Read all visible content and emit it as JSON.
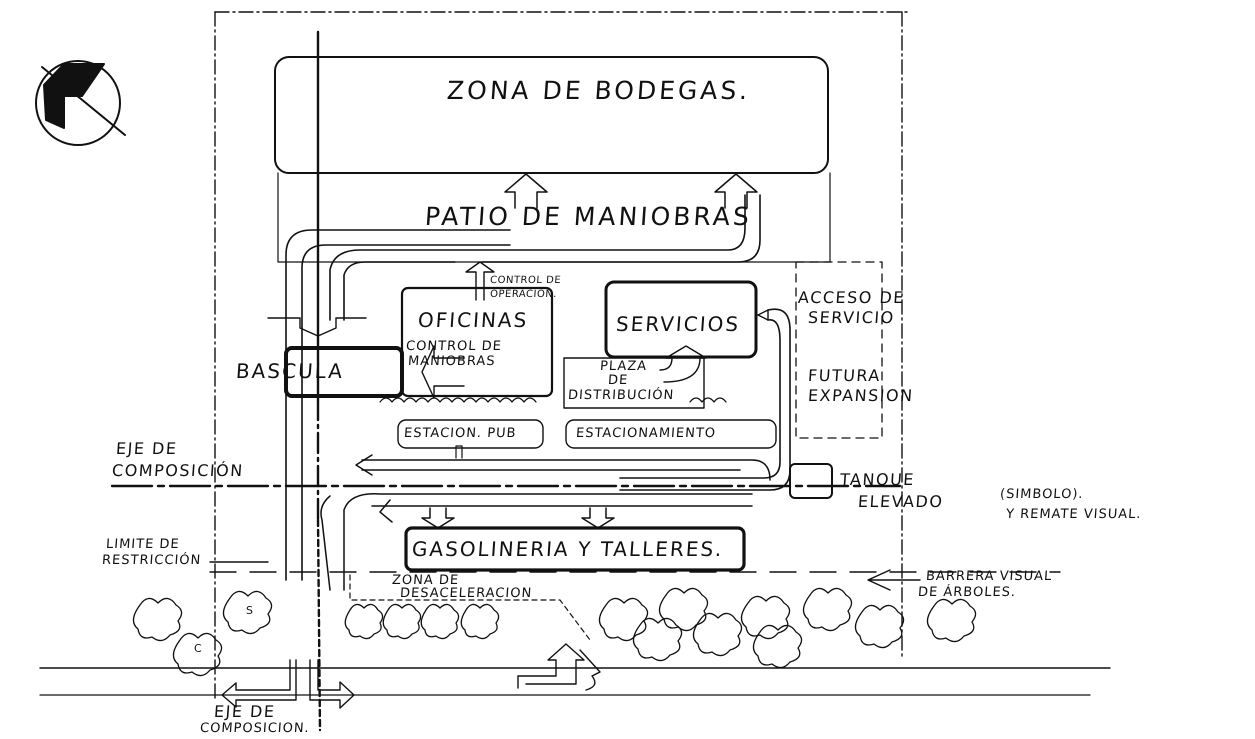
{
  "labels": {
    "zona_bodegas": "ZONA DE BODEGAS.",
    "patio_maniobras": "PATIO DE MANIOBRAS",
    "control_operacion_1": "CONTROL DE",
    "control_operacion_2": "OPERACIÓN.",
    "oficinas": "OFICINAS",
    "control_maniobras_1": "CONTROL DE",
    "control_maniobras_2": "MANIOBRAS",
    "servicios": "SERVICIOS",
    "acceso_servicio_1": "ACCESO DE",
    "acceso_servicio_2": "SERVICIO",
    "futura_expansion_1": "FUTURA",
    "futura_expansion_2": "EXPANSION",
    "bascula": "BASCULA",
    "plaza_1": "PLAZA",
    "plaza_2": "DE",
    "plaza_3": "DISTRIBUCIÓN",
    "estacion_pub": "ESTACION. PUB",
    "estacionamiento": "ESTACIONAMIENTO",
    "eje_composicion_left_1": "EJE DE",
    "eje_composicion_left_2": "COMPOSICIÓN",
    "tanque_1": "TANQUE",
    "tanque_2": "ELEVADO",
    "simbolo": "(SIMBOLO).",
    "remate_visual": "Y REMATE VISUAL.",
    "limite_1": "LIMITE DE",
    "limite_2": "RESTRICCIÓN",
    "gasolineria": "GASOLINERIA Y TALLERES.",
    "zona_deceleracion_1": "ZONA DE",
    "zona_deceleracion_2": "DESACELERACION",
    "barrera_1": "BARRERA VISUAL",
    "barrera_2": "DE ÁRBOLES.",
    "eje_composicion_bottom_1": "EJE DE",
    "eje_composicion_bottom_2": "COMPOSICION."
  },
  "tree_marks": [
    "S",
    "C"
  ],
  "icons": {
    "north": "north-arrow-icon"
  }
}
